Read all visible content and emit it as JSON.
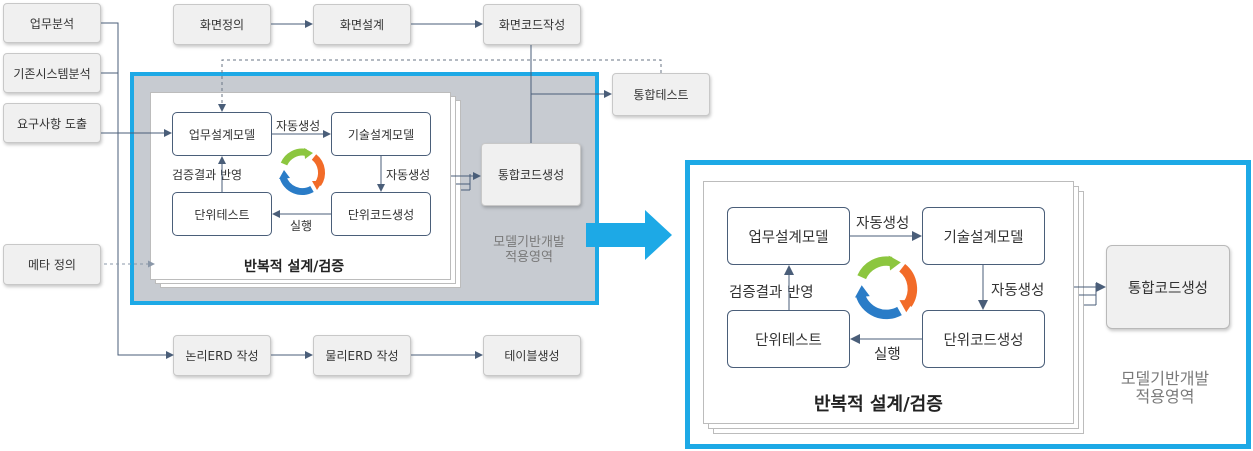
{
  "analysis": {
    "business": "업무분석",
    "legacy": "기존시스템분석",
    "requirements": "요구사항 도출",
    "meta": "메타 정의"
  },
  "screen": {
    "definition": "화면정의",
    "design": "화면설계",
    "code": "화면코드작성"
  },
  "integration_test": "통합테스트",
  "data": {
    "logical": "논리ERD 작성",
    "physical": "물리ERD 작성",
    "table": "테이블생성"
  },
  "cycle": {
    "business_model": "업무설계모델",
    "tech_model": "기술설계모델",
    "unit_code": "단위코드생성",
    "unit_test": "단위테스트",
    "auto_gen_1": "자동생성",
    "auto_gen_2": "자동생성",
    "execute": "실행",
    "feedback": "검증결과 반영",
    "title": "반복적 설계/검증"
  },
  "integrated_code": "통합코드생성",
  "area_label": [
    "모델기반개발",
    "적용영역"
  ],
  "colors": {
    "highlight": "#1da9e6",
    "area_fill": "#c7cbd1",
    "arrow": "#4a5e79",
    "cycle_green": "#8cc63f",
    "cycle_orange": "#f26b28",
    "cycle_blue": "#2a7cc7"
  }
}
